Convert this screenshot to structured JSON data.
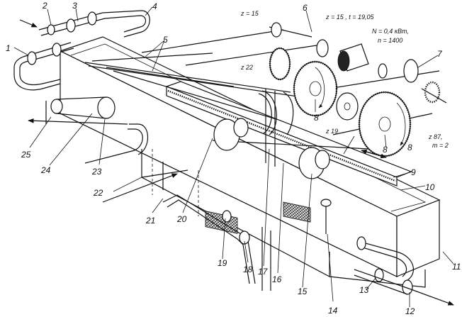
{
  "callouts": {
    "n1": "1",
    "n2": "2",
    "n3": "3",
    "n4": "4",
    "n5": "5",
    "n6": "6",
    "n7": "7",
    "n8a": "8",
    "n8b": "8",
    "n8c": "8",
    "n9": "9",
    "n10": "10",
    "n11": "11",
    "n12": "12",
    "n13": "13",
    "n14": "14",
    "n15": "15",
    "n16": "16",
    "n17": "17",
    "n18": "18",
    "n19": "19",
    "n20": "20",
    "n21": "21",
    "n22": "22",
    "n23": "23",
    "n24": "24",
    "n25": "25"
  },
  "specs": {
    "z15_left": "z = 15",
    "z15_right": "z = 15 , t = 19,05",
    "power": "N = 0,4 кВт,",
    "speed": "n = 1400",
    "z22": "z  22",
    "z19": "z  19",
    "z87": "z  87,",
    "module": "m = 2"
  }
}
